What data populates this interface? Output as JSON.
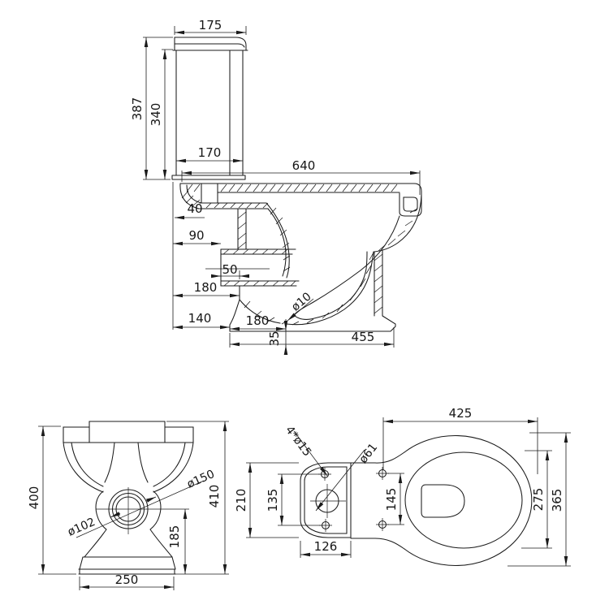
{
  "drawing": {
    "background": "#ffffff",
    "ink": "#1b1b1b",
    "views": {
      "side": {
        "title": "side-section-view",
        "dims": {
          "lid_width": "175",
          "total_height": "387",
          "body_height": "340",
          "body_width": "170",
          "total_depth": "640",
          "rim_drop": "40",
          "outlet_offset": "90",
          "outlet_center": "50",
          "rear_to_step": "180",
          "rear_to_base": "140",
          "base_to_drain": "180",
          "drain_dia": "ø10",
          "base_lip": "35",
          "base_length": "455"
        }
      },
      "front": {
        "title": "front-view",
        "dims": {
          "height_left": "400",
          "boss_dia": "ø150",
          "spigot_dia": "ø102",
          "height_right": "410",
          "spigot_height": "185",
          "base_width": "250"
        }
      },
      "plan": {
        "title": "plan-view",
        "dims": {
          "fixing_holes": "4*ø15",
          "outlet_dia": "ø61",
          "bowl_width": "425",
          "plate_depth": "210",
          "plate_hole_span": "135",
          "plate_width": "126",
          "seat_hole_span": "145",
          "seat_length": "275",
          "bowl_length": "365"
        }
      }
    }
  }
}
